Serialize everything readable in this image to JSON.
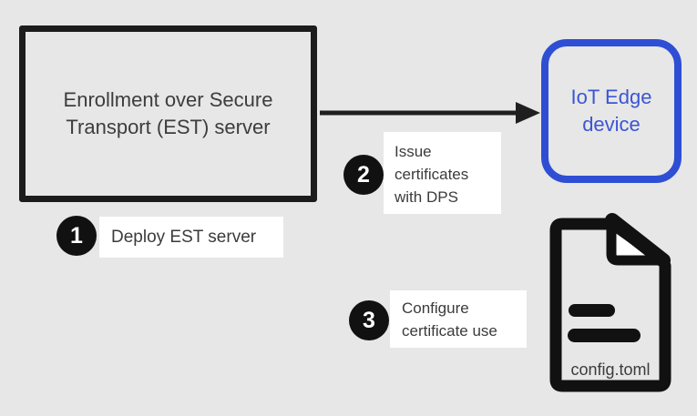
{
  "diagram": {
    "est_box": {
      "line1": "Enrollment over Secure",
      "line2": "Transport (EST) server"
    },
    "iot_box": {
      "line1": "IoT Edge",
      "line2": "device"
    },
    "steps": [
      {
        "number": "1",
        "label_line1": "Deploy EST server",
        "label_line2": "",
        "label_line3": ""
      },
      {
        "number": "2",
        "label_line1": "Issue",
        "label_line2": "certificates",
        "label_line3": "with DPS"
      },
      {
        "number": "3",
        "label_line1": "Configure",
        "label_line2": "certificate use",
        "label_line3": ""
      }
    ],
    "file": {
      "name": "config.toml"
    },
    "colors": {
      "background": "#e7e7e7",
      "box_border_black": "#1c1c1c",
      "accent_blue": "#2e4fd4",
      "badge_black": "#111111",
      "label_background": "#ffffff",
      "text_dark": "#3d3d3d"
    }
  }
}
